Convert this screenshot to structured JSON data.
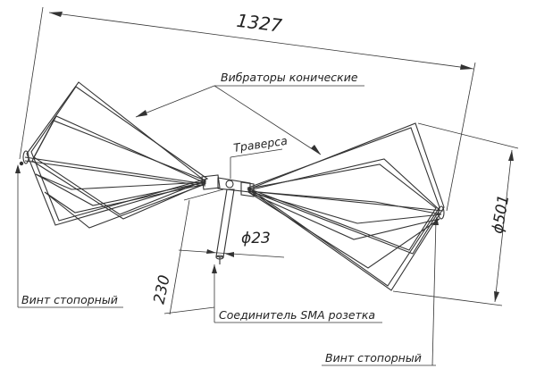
{
  "dimensions": {
    "overall_length": "1327",
    "cone_diameter": "ϕ501",
    "mast_height": "230",
    "mast_diameter": "ϕ23"
  },
  "callouts": {
    "conical_vibrators": "Вибраторы конические",
    "traverse": "Траверса",
    "lock_screw_left": "Винт стопорный",
    "sma_connector": "Соединитель SMA розетка",
    "lock_screw_right": "Винт стопорный"
  },
  "colors": {
    "ink": "#2b2b2b",
    "background": "#ffffff"
  }
}
